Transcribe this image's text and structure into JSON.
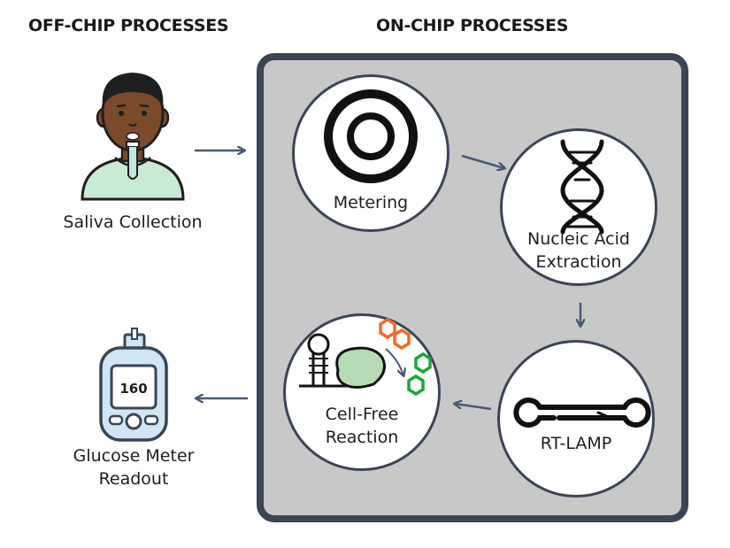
{
  "headers": {
    "off_chip": "OFF-CHIP PROCESSES",
    "on_chip": "ON-CHIP PROCESSES"
  },
  "off_chip": {
    "saliva_label": "Saliva Collection",
    "meter_display": "160",
    "readout_label_line1": "Glucose Meter",
    "readout_label_line2": "Readout"
  },
  "on_chip": {
    "metering_label": "Metering",
    "extraction_label_line1": "Nucleic Acid",
    "extraction_label_line2": "Extraction",
    "rtlamp_label": "RT-LAMP",
    "cellfree_label_line1": "Cell-Free",
    "cellfree_label_line2": "Reaction"
  },
  "colors": {
    "frame": "#3b4556",
    "chip_fill": "#c8c8c8",
    "arrow": "#4a5875",
    "skin": "#7a4a2a",
    "hair": "#1f1f1f",
    "shirt": "#c9ebd3",
    "meter_body": "#cfe6f5",
    "hexagon_orange": "#f06a25",
    "hexagon_green": "#19a83a"
  },
  "icons": [
    "person-icon",
    "glucose-meter-icon",
    "concentric-rings-icon",
    "dna-icon",
    "dumbbell-loop-icon",
    "cell-free-reaction-icon",
    "arrow-icon"
  ]
}
